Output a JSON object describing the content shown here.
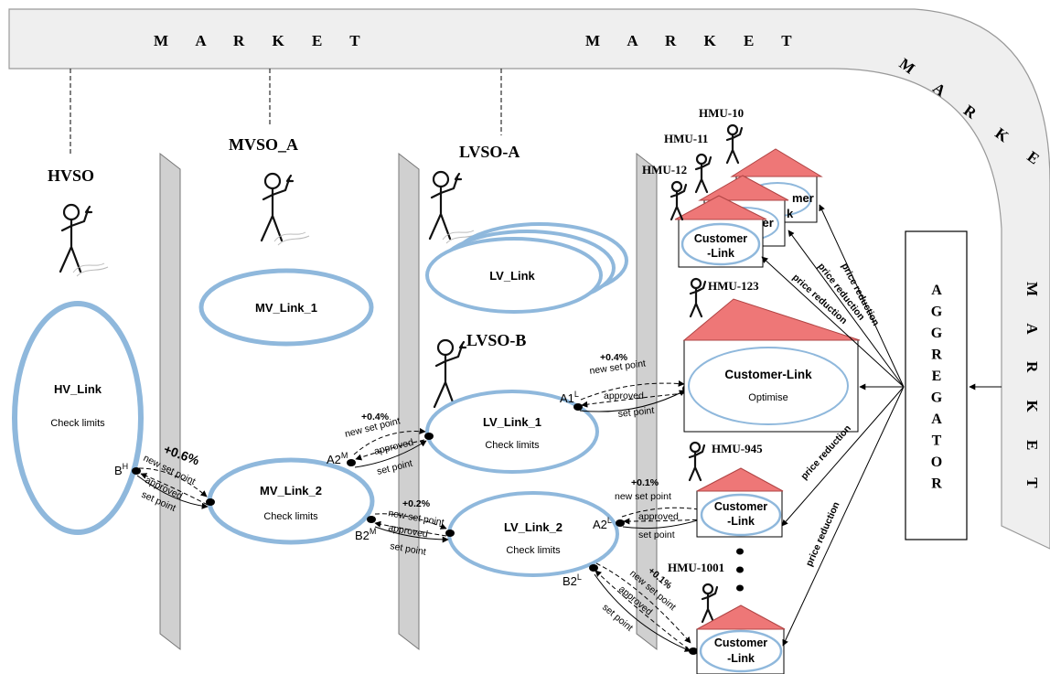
{
  "market": {
    "label_1": "M A R K E T",
    "label_2": "M A R K E T",
    "label_3": "M A R K E T",
    "label_4": "M A R K E T"
  },
  "operators": {
    "hvso": "HVSO",
    "mvso_a": "MVSO_A",
    "lvso_a": "LVSO-A",
    "lvso_b": "LVSO-B"
  },
  "links": {
    "hv_link": "HV_Link",
    "hv_link_sub": "Check limits",
    "mv_link_1": "MV_Link_1",
    "mv_link_2": "MV_Link_2",
    "mv_link_2_sub": "Check limits",
    "lv_link": "LV_Link",
    "lv_link_1": "LV_Link_1",
    "lv_link_1_sub": "Check limits",
    "lv_link_2": "LV_Link_2",
    "lv_link_2_sub": "Check limits"
  },
  "customers": {
    "label_line1": "Customer",
    "label_line2": "-Link",
    "main_label": "Customer-Link",
    "main_sub": "Optimise",
    "partial_1": "mer",
    "partial_2": "k",
    "partial_3": "mer"
  },
  "hmu": {
    "hmu10": "HMU-10",
    "hmu11": "HMU-11",
    "hmu12": "HMU-12",
    "hmu123": "HMU-123",
    "hmu945": "HMU-945",
    "hmu1001": "HMU-1001"
  },
  "aggregator": {
    "letters": [
      "A",
      "G",
      "G",
      "R",
      "E",
      "G",
      "A",
      "T",
      "O",
      "R"
    ]
  },
  "points": {
    "bh": "B",
    "bh_sup": "H",
    "a2m": "A2",
    "a2m_sup": "M",
    "b2m": "B2",
    "b2m_sup": "M",
    "a1l": "A1",
    "a1l_sup": "L",
    "a2l": "A2",
    "a2l_sup": "L",
    "b2l": "B2",
    "b2l_sup": "L"
  },
  "flows": {
    "new_set_point": "new set point",
    "approved": "approved",
    "set_point": "set point",
    "price_reduction": "price reduction",
    "pct_hv": "+0.6%",
    "pct_mv": "+0.4%",
    "pct_mv_b": "+0.2%",
    "pct_lv1": "+0.4%",
    "pct_lv2a": "+0.1%",
    "pct_lv2b": "+0.1%"
  }
}
